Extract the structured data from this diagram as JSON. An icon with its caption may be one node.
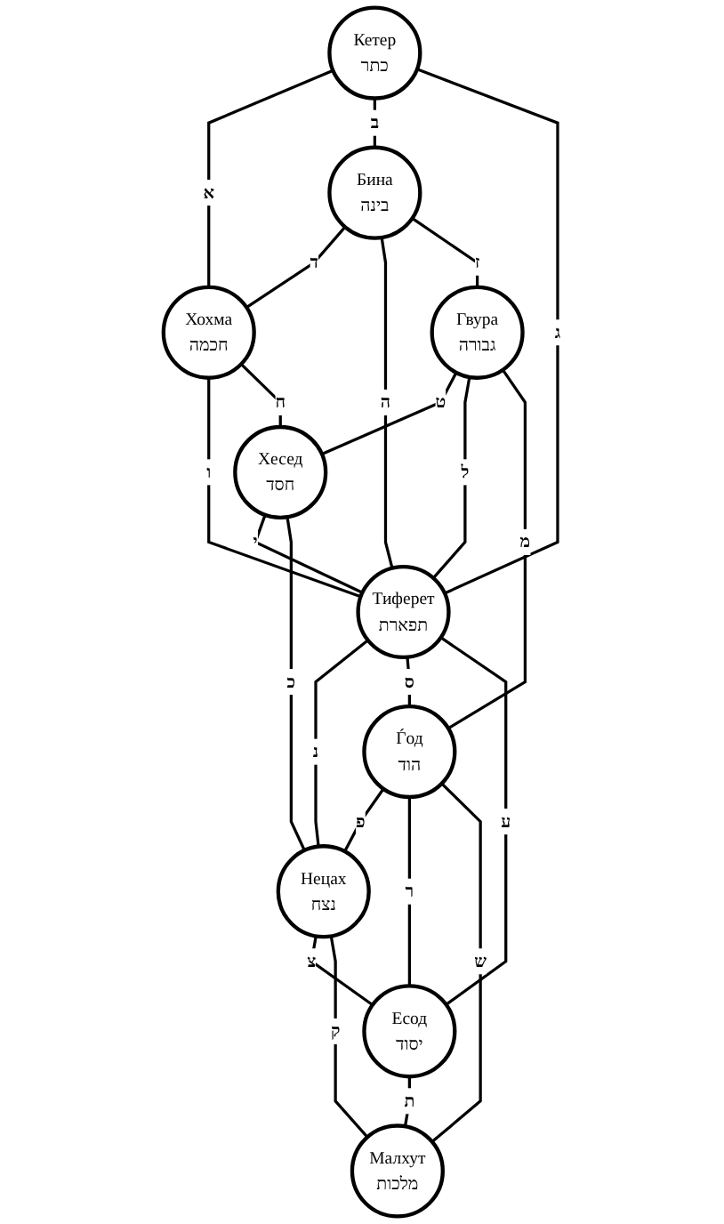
{
  "diagram": {
    "nodes": [
      {
        "text": [
          "Кетер",
          "כתר"
        ]
      },
      {
        "text": [
          "Бина",
          "בינה"
        ]
      },
      {
        "text": [
          "Хохма",
          "חכמה"
        ]
      },
      {
        "text": [
          "Гвура",
          "גבורה"
        ]
      },
      {
        "text": [
          "Хесед",
          "חסד"
        ]
      },
      {
        "text": [
          "Тиферет",
          "תפארת"
        ]
      },
      {
        "text": [
          "Ѓод",
          "הוד"
        ]
      },
      {
        "text": [
          "Нецах",
          "נצח"
        ]
      },
      {
        "text": [
          "Есод",
          "יסוד"
        ]
      },
      {
        "text": [
          "Малхут",
          "מלכות"
        ]
      }
    ],
    "edges": [
      {
        "from": 0,
        "to": 2,
        "arrow": "none",
        "label": "א"
      },
      {
        "from": 0,
        "to": 1,
        "arrow": "none",
        "label": "ב"
      },
      {
        "from": 0,
        "to": 5,
        "arrow": "none",
        "label": "ג"
      },
      {
        "from": 1,
        "to": 2,
        "arrow": "none",
        "label": "ד"
      },
      {
        "from": 1,
        "to": 5,
        "arrow": "none",
        "label": "ה"
      },
      {
        "from": 2,
        "to": 5,
        "arrow": "none",
        "label": "ו"
      },
      {
        "from": 1,
        "to": 3,
        "arrow": "none",
        "label": "ז"
      },
      {
        "from": 2,
        "to": 4,
        "arrow": "none",
        "label": "ח"
      },
      {
        "from": 3,
        "to": 4,
        "arrow": "none",
        "label": "ט"
      },
      {
        "from": 4,
        "to": 5,
        "arrow": "none",
        "label": "י"
      },
      {
        "from": 4,
        "to": 7,
        "arrow": "none",
        "label": "כ"
      },
      {
        "from": 3,
        "to": 5,
        "arrow": "none",
        "label": "ל"
      },
      {
        "from": 3,
        "to": 6,
        "arrow": "none",
        "label": "מ"
      },
      {
        "from": 5,
        "to": 7,
        "arrow": "none",
        "label": "נ"
      },
      {
        "from": 5,
        "to": 6,
        "arrow": "none",
        "label": "ס"
      },
      {
        "from": 5,
        "to": 8,
        "arrow": "none",
        "label": "ע"
      },
      {
        "from": 6,
        "to": 7,
        "arrow": "none",
        "label": "פ"
      },
      {
        "from": 7,
        "to": 8,
        "arrow": "none",
        "label": "צ"
      },
      {
        "from": 7,
        "to": 9,
        "arrow": "none",
        "label": "ק"
      },
      {
        "from": 6,
        "to": 8,
        "arrow": "none",
        "label": "ר"
      },
      {
        "from": 6,
        "to": 9,
        "arrow": "none",
        "label": "ש"
      },
      {
        "from": 8,
        "to": 9,
        "arrow": "none",
        "label": "ת"
      }
    ]
  }
}
